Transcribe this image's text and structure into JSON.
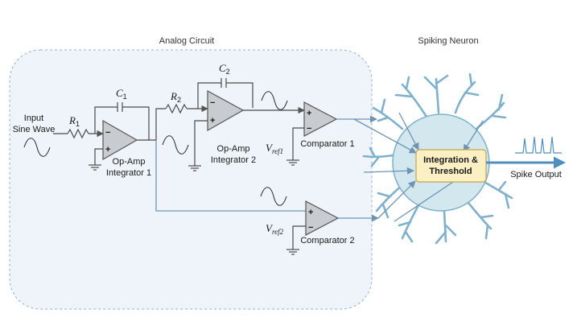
{
  "sections": {
    "analog_circuit": "Analog Circuit",
    "spiking_neuron": "Spiking Neuron"
  },
  "input": {
    "line1": "Input",
    "line2": "Sine Wave"
  },
  "resistors": {
    "r1": {
      "symbol": "R",
      "subscript": "1"
    },
    "r2": {
      "symbol": "R",
      "subscript": "2"
    }
  },
  "capacitors": {
    "c1": {
      "symbol": "C",
      "subscript": "1"
    },
    "c2": {
      "symbol": "C",
      "subscript": "2"
    }
  },
  "integrator1": {
    "line1": "Op-Amp",
    "line2": "Integrator 1"
  },
  "integrator2": {
    "line1": "Op-Amp",
    "line2": "Integrator 2"
  },
  "comparator1": {
    "label": "Comparator 1",
    "vref_symbol": "V",
    "vref_subscript": "ref1"
  },
  "comparator2": {
    "label": "Comparator 2",
    "vref_symbol": "V",
    "vref_subscript": "ref2"
  },
  "opamp_signs": {
    "minus": "−",
    "plus": "+"
  },
  "neuron": {
    "core_line1": "Integration &",
    "core_line2": "Threshold",
    "output_label": "Spike Output"
  },
  "colors": {
    "panel_bg": "#eef4f9",
    "panel_border": "#8fb3cf",
    "soma_fill": "#d2e7ee",
    "soma_stroke": "#7fb0cc",
    "core_fill": "#fbefc4",
    "core_stroke": "#c9a34a",
    "dendrite": "#7fb0cc",
    "signal_line": "#6f93b3",
    "output_arrow": "#4f8fbf"
  }
}
